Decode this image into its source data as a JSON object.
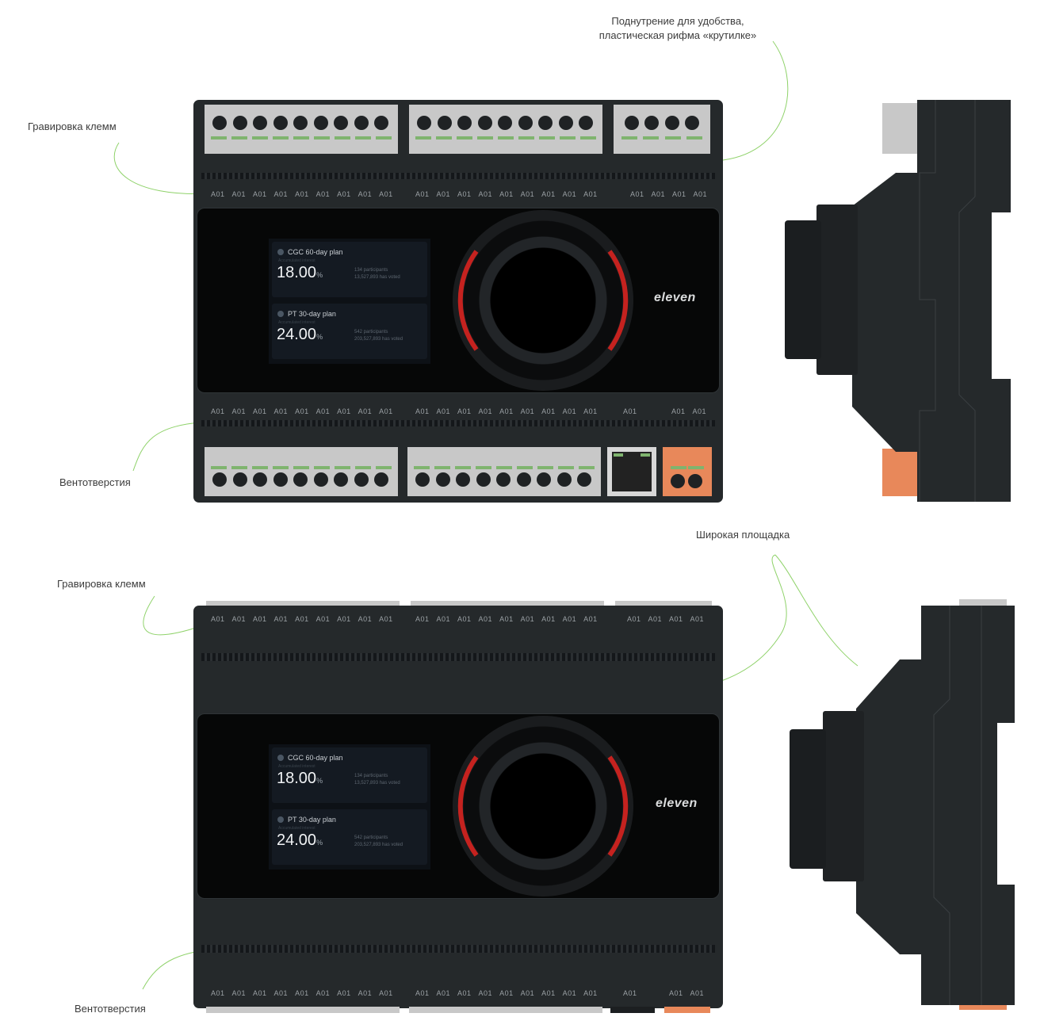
{
  "callouts": {
    "notch_line1": "Поднутрение для удобства,",
    "notch_line2": "пластическая рифма «крутилке»",
    "engraving_top": "Гравировка клемм",
    "vents_top": "Вентотверстия",
    "wide_pad": "Широкая площадка",
    "engraving_bottom": "Гравировка клемм",
    "vents_bottom": "Вентотверстия"
  },
  "terminal_label": "A01",
  "brand": "eleven",
  "colors": {
    "body": "#25292b",
    "terminal": "#c8c8c8",
    "green": "#7fb46e",
    "orange": "#e8885a",
    "accent_red": "#e0231f",
    "leader": "#8fd26a"
  },
  "screen": {
    "card1": {
      "title": "CGC 60-day plan",
      "value": "18.00",
      "unit": "%",
      "sub": "Accumulated interest",
      "line1": "134 participants",
      "line2": "13,527,893 has voted"
    },
    "card2": {
      "title": "PT 30-day plan",
      "value": "24.00",
      "unit": "%",
      "sub": "Accumulated interest",
      "line1": "542 participants",
      "line2": "203,527,893 has voted"
    }
  }
}
